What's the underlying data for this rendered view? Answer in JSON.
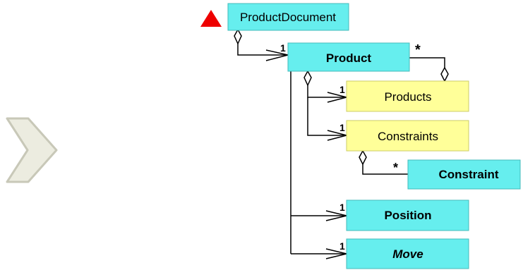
{
  "colors": {
    "cyan_box": "#66EEEE",
    "yellow_box": "#FFFF99",
    "arrow_fill": "#ECECE0",
    "warning": "#EE0000",
    "line": "#000000"
  },
  "icons": {
    "arrow": "right-chevron-arrow-icon",
    "warning": "red-triangle-warning-icon"
  },
  "classes": {
    "product_document": "ProductDocument",
    "product": "Product",
    "products": "Products",
    "constraints": "Constraints",
    "constraint": "Constraint",
    "position": "Position",
    "move": "Move"
  },
  "multiplicities": {
    "product_document_product": "1",
    "product_self": "*",
    "product_products": "1",
    "product_constraints": "1",
    "constraints_constraint": "*",
    "product_position": "1",
    "product_move": "1"
  }
}
